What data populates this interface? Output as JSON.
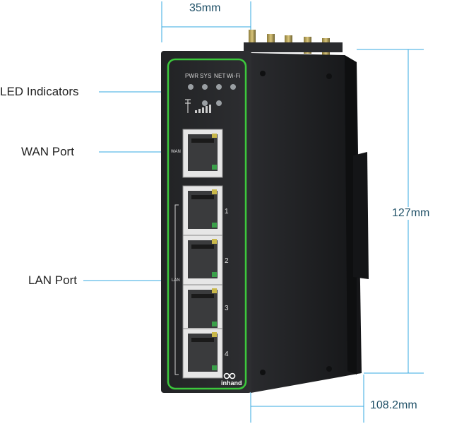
{
  "dimensions": {
    "width": "35mm",
    "height": "127mm",
    "depth": "108.2mm"
  },
  "callouts": {
    "led_indicators": "LED Indicators",
    "wan_port": "WAN Port",
    "lan_port": "LAN Port"
  },
  "device": {
    "led_labels": [
      "PWR",
      "SYS",
      "NET",
      "Wi-Fi"
    ],
    "wan_side_label": "WAN",
    "lan_side_label": "LAN",
    "lan_port_numbers": [
      "1",
      "2",
      "3",
      "4"
    ],
    "brand": "inhand"
  },
  "colors": {
    "accent_line": "#34a8e0",
    "bezel_green": "#3cc83c",
    "body_dark": "#1c1d1f"
  }
}
